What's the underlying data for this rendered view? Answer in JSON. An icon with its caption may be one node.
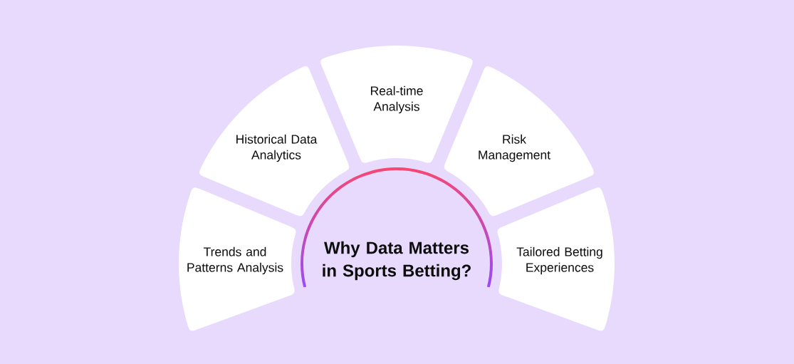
{
  "diagram": {
    "title": "Why Data Matters in Sports Betting?",
    "nodes": [
      {
        "text": [
          "Trends and Patterns Analysis"
        ]
      },
      {
        "text": [
          "Historical Data Analytics"
        ]
      },
      {
        "text": [
          "Real-time Analysis"
        ]
      },
      {
        "text": [
          "Risk Management"
        ]
      },
      {
        "text": [
          "Tailored Betting Experiences"
        ]
      }
    ]
  }
}
